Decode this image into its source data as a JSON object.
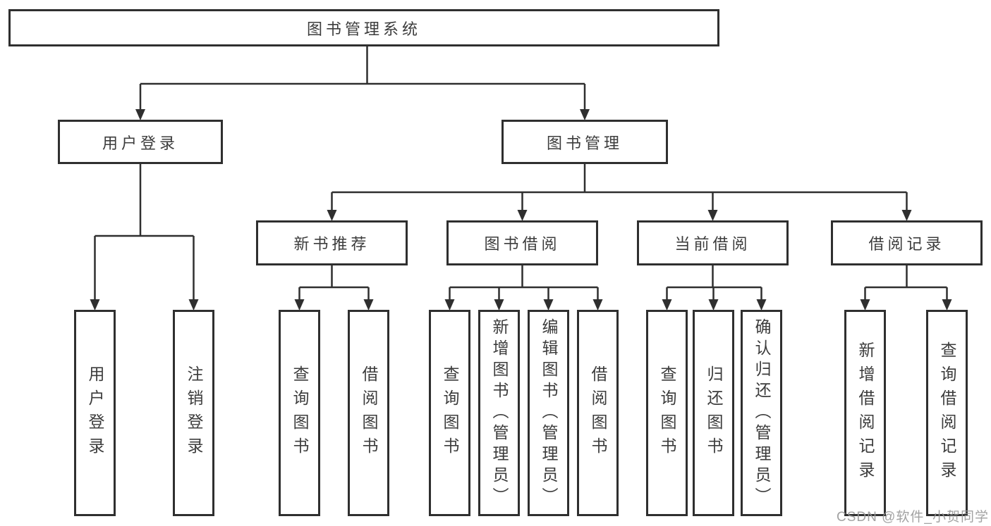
{
  "diagram": {
    "root": {
      "label": "图书管理系统"
    },
    "level2": {
      "user_login": {
        "label": "用户登录"
      },
      "book_management": {
        "label": "图书管理"
      }
    },
    "level3": {
      "new_book_recommend": {
        "label": "新书推荐"
      },
      "book_borrowing": {
        "label": "图书借阅"
      },
      "current_borrowing": {
        "label": "当前借阅"
      },
      "borrowing_records": {
        "label": "借阅记录"
      }
    },
    "leaves": {
      "user_login_leaf": {
        "label": "用户登录"
      },
      "logout": {
        "label": "注销登录"
      },
      "nbr_query_books": {
        "label": "查询图书"
      },
      "nbr_borrow_books": {
        "label": "借阅图书"
      },
      "bb_query_books": {
        "label": "查询图书"
      },
      "bb_add_books": {
        "label": "新增图书（管理员）"
      },
      "bb_edit_books": {
        "label": "编辑图书（管理员）"
      },
      "bb_borrow_books": {
        "label": "借阅图书"
      },
      "cb_query_books": {
        "label": "查询图书"
      },
      "cb_return_books": {
        "label": "归还图书"
      },
      "cb_confirm_return": {
        "label": "确认归还（管理员）"
      },
      "br_add_record": {
        "label": "新增借阅记录"
      },
      "br_query_record": {
        "label": "查询借阅记录"
      }
    }
  },
  "watermark": {
    "text": "CSDN @软件_小贺同学"
  },
  "colors": {
    "line": "#2f2f2f",
    "box_border": "#2f2f2f",
    "text": "#3c3c3c",
    "watermark": "#989898",
    "background": "#ffffff"
  }
}
